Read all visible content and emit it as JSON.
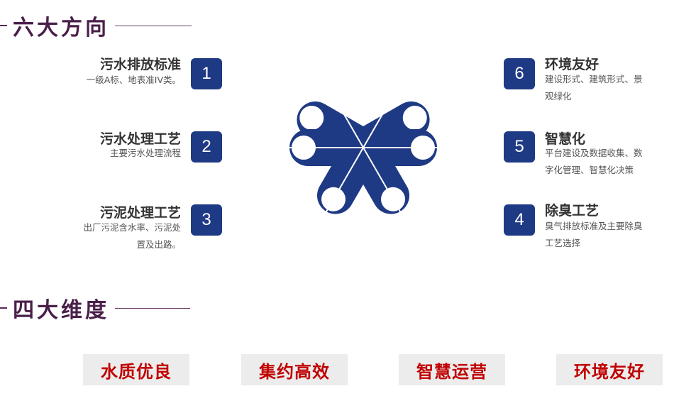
{
  "sections": {
    "six": "六大方向",
    "four": "四大维度"
  },
  "items": {
    "i1": {
      "num": "1",
      "title": "污水排放标准",
      "desc": "一级A标、地表准IV类。"
    },
    "i2": {
      "num": "2",
      "title": "污水处理工艺",
      "desc": "主要污水处理流程"
    },
    "i3": {
      "num": "3",
      "title": "污泥处理工艺",
      "desc_l1": "出厂污泥含水率、污泥处",
      "desc_l2": "置及出路。"
    },
    "i6": {
      "num": "6",
      "title": "环境友好",
      "desc_l1": "建设形式、建筑形式、景",
      "desc_l2": "观绿化"
    },
    "i5": {
      "num": "5",
      "title": "智慧化",
      "desc_l1": "平台建设及数据收集、数",
      "desc_l2": "字化管理、智慧化决策"
    },
    "i4": {
      "num": "4",
      "title": "除臭工艺",
      "desc_l1": "臭气排放标准及主要除臭",
      "desc_l2": "工艺选择"
    }
  },
  "dimensions": [
    "水质优良",
    "集约高效",
    "智慧运营",
    "环境友好"
  ],
  "colors": {
    "accent": "#1f3a84",
    "title": "#4a1f4a",
    "dimension_text": "#c00000",
    "dimension_bg": "#ececec"
  },
  "icons": {
    "center": "six-petal-flower-icon"
  }
}
